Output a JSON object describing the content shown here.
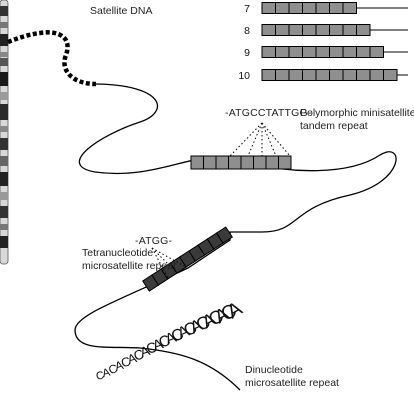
{
  "labels": {
    "satellite": "Satellite DNA",
    "minisatellite_line1": "Polymorphic minisatellite",
    "minisatellite_line2": "tandem repeat",
    "tetranucleotide_line1": "Tetranucleotide",
    "tetranucleotide_line2": "microsatellite repeat",
    "dinucleotide_line1": "Dinucleotide",
    "dinucleotide_line2": "microsatellite repeat"
  },
  "sequences": {
    "minisatellite": "-ATGCCTATTGG-",
    "tetranucleotide": "-ATGG-"
  },
  "dinucleotide_repeat": "CACACACACACACACACACACA",
  "allele_counts": [
    {
      "count": "7",
      "units": 7
    },
    {
      "count": "8",
      "units": 8
    },
    {
      "count": "9",
      "units": 9
    },
    {
      "count": "10",
      "units": 10
    }
  ],
  "colors": {
    "repeat_fill": "#8f8f8f",
    "micro_fill": "#3a3a3a",
    "line": "#000000"
  }
}
